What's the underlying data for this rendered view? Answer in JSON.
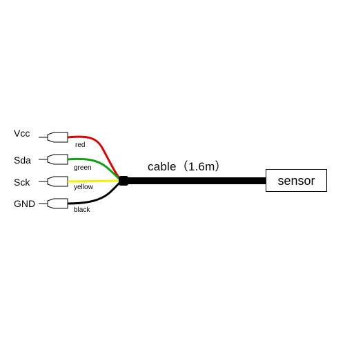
{
  "pins": [
    {
      "id": "vcc",
      "label": "Vcc",
      "wire_label": "red",
      "color": "#e00000"
    },
    {
      "id": "sda",
      "label": "Sda",
      "wire_label": "green",
      "color": "#10a010"
    },
    {
      "id": "sck",
      "label": "Sck",
      "wire_label": "yellow",
      "color": "#f4f000"
    },
    {
      "id": "gnd",
      "label": "GND",
      "wire_label": "black",
      "color": "#000000"
    }
  ],
  "cable": {
    "label": "cable（1.6m）",
    "color": "#000000"
  },
  "sensor": {
    "label": "sensor"
  }
}
